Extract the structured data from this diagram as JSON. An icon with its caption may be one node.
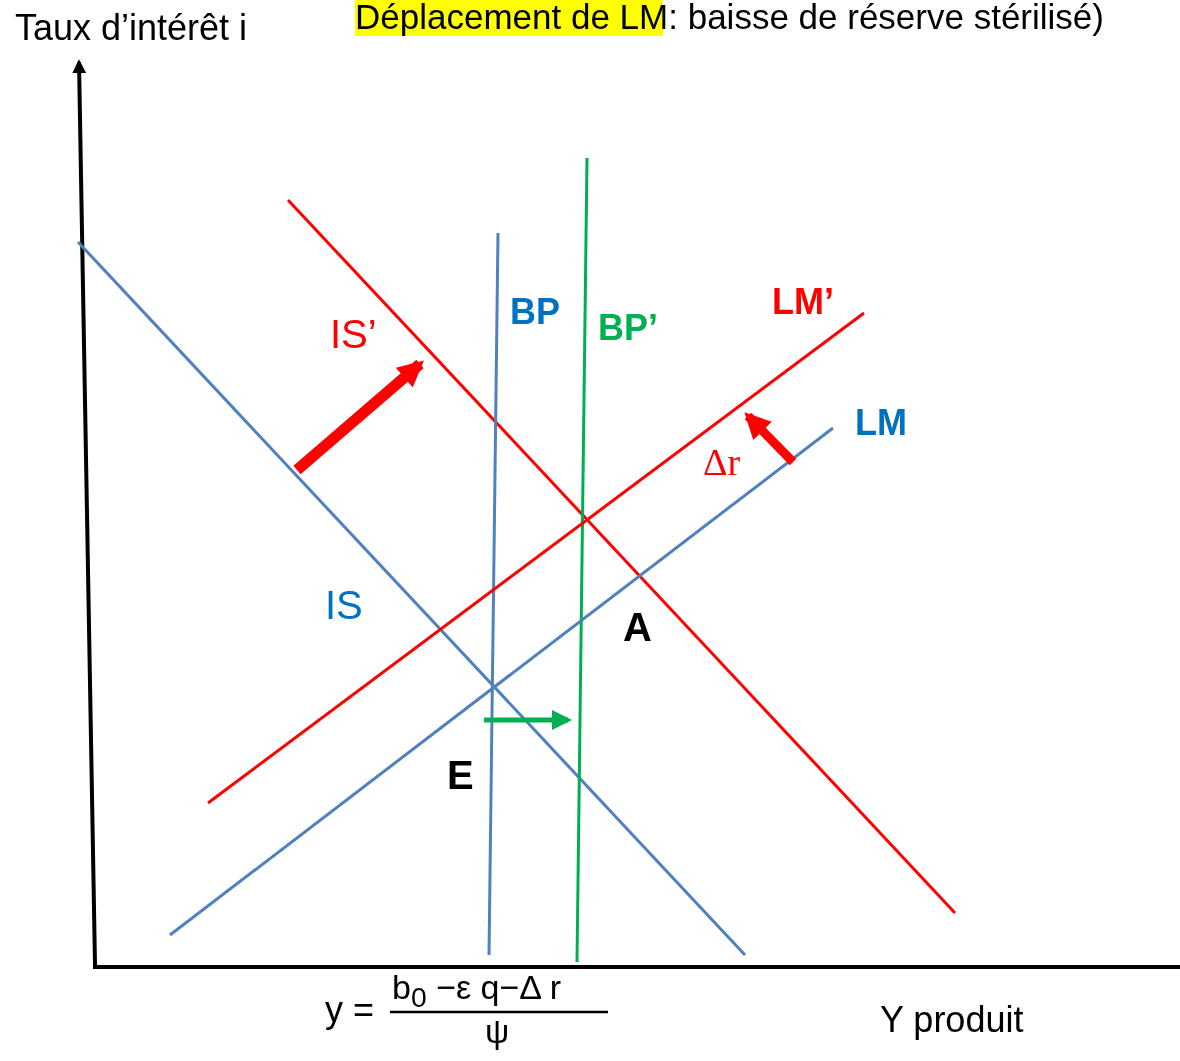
{
  "diagram": {
    "title": "Déplacement de LM: baisse de réserve stérilisé)",
    "labels": [
      "Taux d’intérêt i",
      "BP",
      "BP’",
      "LM’",
      "IS’",
      "LM",
      "Δr",
      "IS",
      "A",
      "E",
      "y =",
      "b$_{0}$ −ε q−Δ r",
      "ψ",
      "Y produit"
    ]
  }
}
